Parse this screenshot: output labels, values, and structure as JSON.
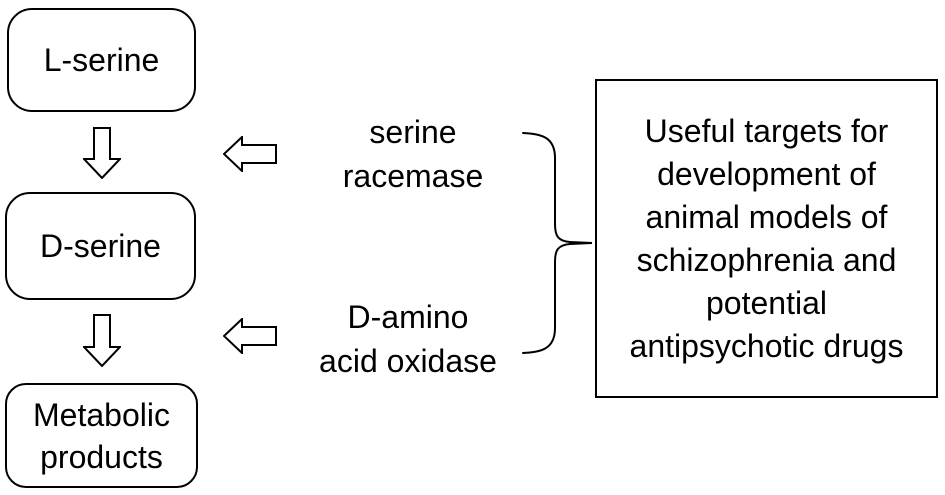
{
  "colors": {
    "background": "#ffffff",
    "stroke": "#000000",
    "text": "#000000"
  },
  "nodes": {
    "l_serine": {
      "label": "L-serine"
    },
    "d_serine": {
      "label": "D-serine"
    },
    "metabolic_products": {
      "lines": [
        "Metabolic",
        "products"
      ]
    }
  },
  "enzymes": {
    "serine_racemase": {
      "lines": [
        "serine",
        "racemase"
      ]
    },
    "d_amino_acid_oxidase": {
      "lines": [
        "D-amino",
        "acid oxidase"
      ]
    }
  },
  "annotation": {
    "lines": [
      "Useful targets for",
      "development of",
      "animal models of",
      "schizophrenia and",
      "potential",
      "antipsychotic drugs"
    ]
  }
}
